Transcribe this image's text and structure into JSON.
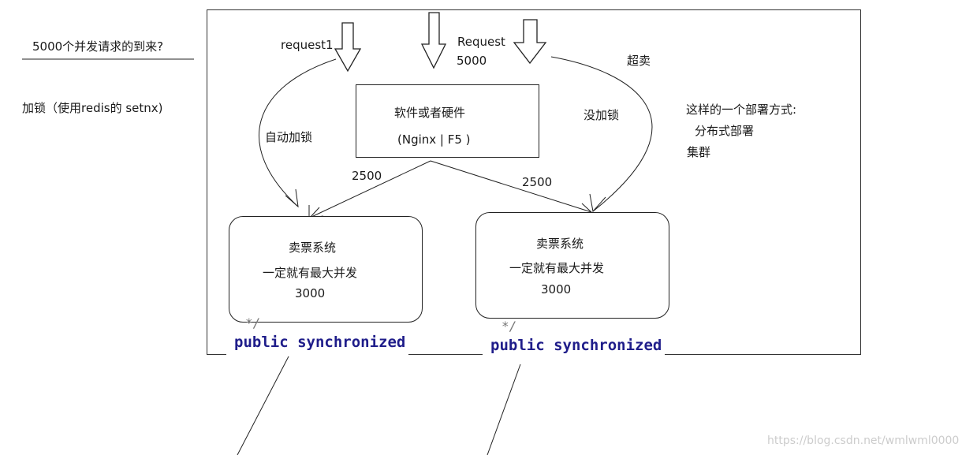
{
  "left_notes": {
    "question": "5000个并发请求的到来?",
    "lock_note": "加锁（使用redis的 setnx)"
  },
  "right_notes": {
    "line1": "这样的一个部署方式:",
    "line2": "分布式部署",
    "line3": "集群"
  },
  "arrows": {
    "request1_label": "request1",
    "request_label": "Request",
    "request_count": "5000",
    "oversell_label": "超卖",
    "auto_lock_label": "自动加锁",
    "no_lock_label": "没加锁",
    "left_split": "2500",
    "right_split": "2500"
  },
  "balancer": {
    "title": "软件或者硬件",
    "subtitle": "(Nginx |   F5 )"
  },
  "systems": [
    {
      "title": "卖票系统",
      "desc": "一定就有最大并发",
      "value": "3000"
    },
    {
      "title": "卖票系统",
      "desc": "一定就有最大并发",
      "value": "3000"
    }
  ],
  "code": {
    "comment": "*/",
    "snippet": "public synchronized"
  },
  "watermark": "https://blog.csdn.net/wmlwml0000"
}
